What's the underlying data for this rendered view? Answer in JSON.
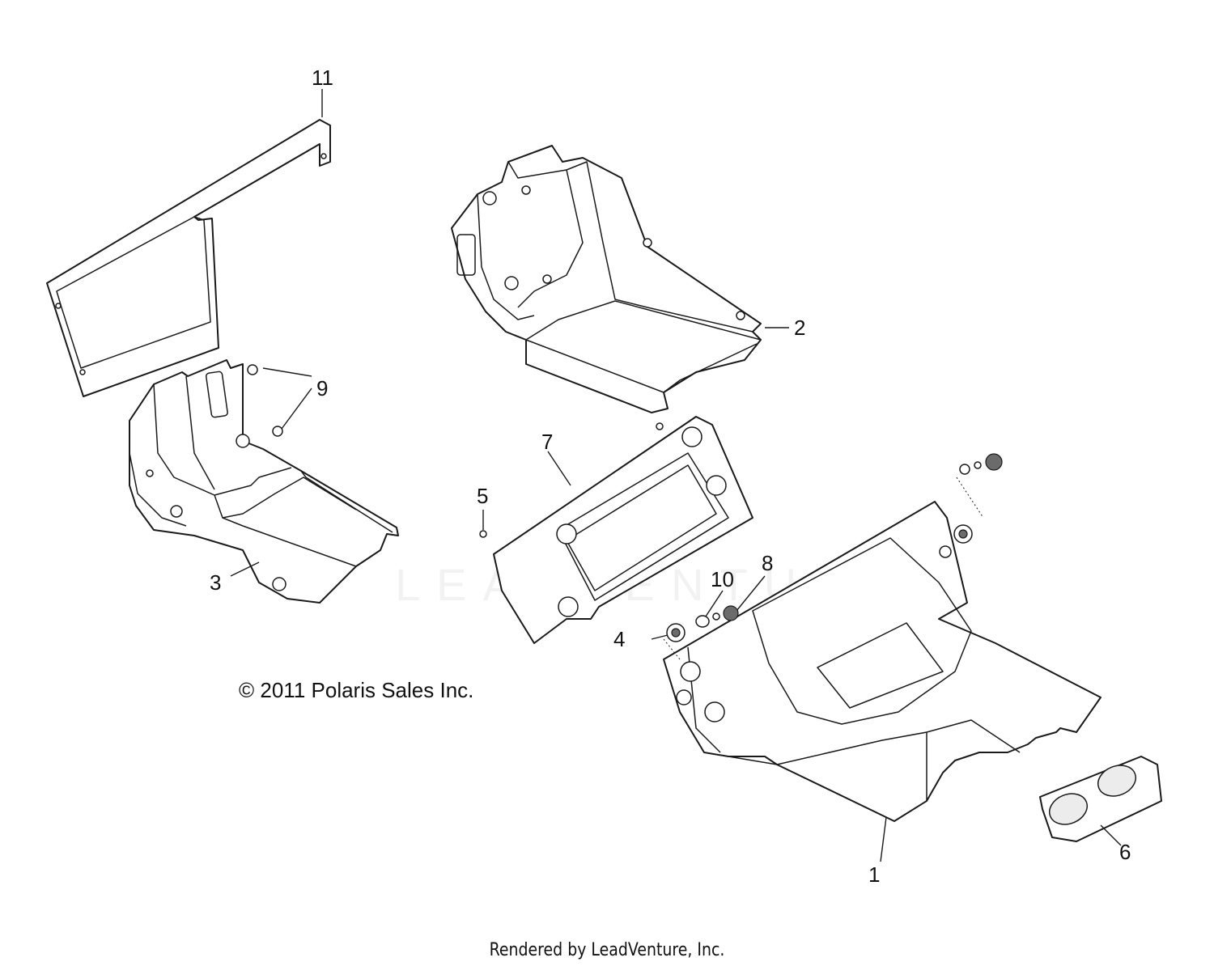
{
  "diagram": {
    "callouts": [
      {
        "id": "1",
        "label": "1"
      },
      {
        "id": "2",
        "label": "2"
      },
      {
        "id": "3",
        "label": "3"
      },
      {
        "id": "4",
        "label": "4"
      },
      {
        "id": "5",
        "label": "5"
      },
      {
        "id": "6",
        "label": "6"
      },
      {
        "id": "7",
        "label": "7"
      },
      {
        "id": "8",
        "label": "8"
      },
      {
        "id": "9",
        "label": "9"
      },
      {
        "id": "10",
        "label": "10"
      },
      {
        "id": "11",
        "label": "11"
      }
    ],
    "copyright": "© 2011 Polaris Sales Inc.",
    "watermark": "LEADVENTURE",
    "footer": "Rendered by LeadVenture, Inc."
  }
}
